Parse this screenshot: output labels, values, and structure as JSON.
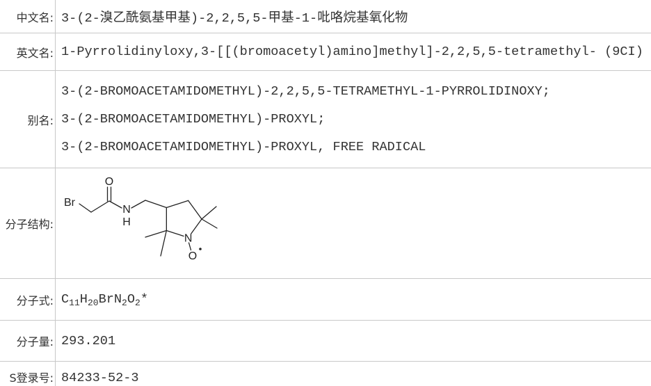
{
  "chinese_name": {
    "label": "中文名:",
    "value": "3-(2-溴乙酰氨基甲基)-2,2,5,5-甲基-1-吡咯烷基氧化物"
  },
  "english_name": {
    "label": "英文名:",
    "value": "1-Pyrrolidinyloxy,3-[[(bromoacetyl)amino]methyl]-2,2,5,5-tetramethyl- (9CI)"
  },
  "synonyms": {
    "label": "别名:",
    "values": [
      "3-(2-BROMOACETAMIDOMETHYL)-2,2,5,5-TETRAMETHYL-1-PYRROLIDINOXY;",
      "3-(2-BROMOACETAMIDOMETHYL)-PROXYL;",
      "3-(2-BROMOACETAMIDOMETHYL)-PROXYL, FREE RADICAL"
    ]
  },
  "structure": {
    "label": "分子结构:",
    "atoms": {
      "bromine": "Br",
      "carbonyl_oxygen": "O",
      "amide_nitrogen": "N",
      "amide_hydrogen": "H",
      "ring_nitrogen": "N",
      "oxyl_oxygen": "O"
    }
  },
  "formula": {
    "label": "分子式:",
    "parts": [
      "C",
      "11",
      "H",
      "20",
      "BrN",
      "2",
      "O",
      "2",
      "*"
    ]
  },
  "molecular_weight": {
    "label": "分子量:",
    "value": "293.201"
  },
  "cas_number": {
    "label": "S登录号:",
    "value": "84233-52-3"
  },
  "colors": {
    "text": "#333333",
    "border": "#c8c8c8",
    "background": "#ffffff"
  }
}
